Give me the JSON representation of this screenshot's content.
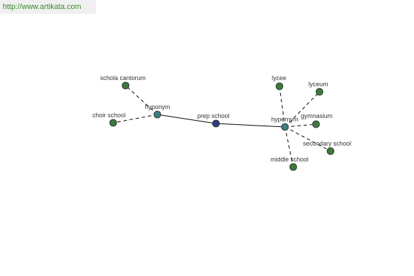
{
  "watermark": {
    "url_text": "http://www.artikata.com"
  },
  "colors": {
    "center_node": "#2f3f80",
    "hub_node": "#3f8080",
    "leaf_node": "#3d7a3d",
    "node_stroke": "#222222",
    "edge": "#000000",
    "url_text": "#3a8a2a"
  },
  "graph": {
    "center": {
      "id": "prep-school",
      "label": "prep school"
    },
    "hubs": [
      {
        "id": "hyponym",
        "label": "hyponym"
      },
      {
        "id": "hypernym",
        "label": "hypernym"
      }
    ],
    "leaves": [
      {
        "id": "schola-cantorum",
        "label": "schola cantorum",
        "hub": "hyponym"
      },
      {
        "id": "choir-school",
        "label": "choir school",
        "hub": "hyponym"
      },
      {
        "id": "lycee",
        "label": "lycee",
        "hub": "hypernym"
      },
      {
        "id": "lyceum",
        "label": "lyceum",
        "hub": "hypernym"
      },
      {
        "id": "gymnasium",
        "label": "gymnasium",
        "hub": "hypernym"
      },
      {
        "id": "secondary-school",
        "label": "secondary school",
        "hub": "hypernym"
      },
      {
        "id": "middle-school",
        "label": "middle school",
        "hub": "hypernym"
      }
    ]
  }
}
